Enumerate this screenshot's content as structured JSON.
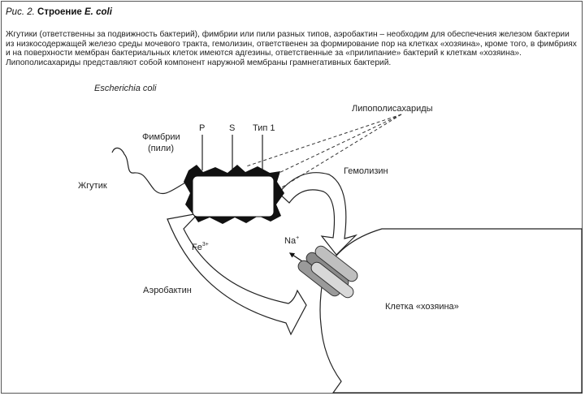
{
  "figure": {
    "label": "Рис. 2.",
    "title": "Строение",
    "species": "E. coli"
  },
  "description": "Жгутики (ответственны за подвижность бактерий), фимбрии или пили разных типов, аэробактин – необходим для обеспечения железом бактерии из низкосодержащей железо среды мочевого тракта, гемолизин, ответственен за формирование пор на клетках «хозяина», кроме того, в фимбриях и на поверхности мембран бактериальных клеток имеются адгезины, ответственные за «прилипание» бактерий к клеткам «хозяина». Липополисахариды представляют собой компонент наружной мембраны грамнегативных бактерий.",
  "diagram": {
    "organism": "Escherichia coli",
    "lps": "Липополисахариды",
    "fimbriae_line1": "Фимбрии",
    "fimbriae_line2": "(пили)",
    "fimbria_p": "P",
    "fimbria_s": "S",
    "fimbria_type1": "Тип 1",
    "flagellum": "Жгутик",
    "hemolysin": "Гемолизин",
    "iron": "Fe",
    "iron_charge": "3+",
    "sodium": "Na",
    "sodium_charge": "+",
    "aerobactin": "Аэробактин",
    "host_cell": "Клетка «хозяина»"
  }
}
